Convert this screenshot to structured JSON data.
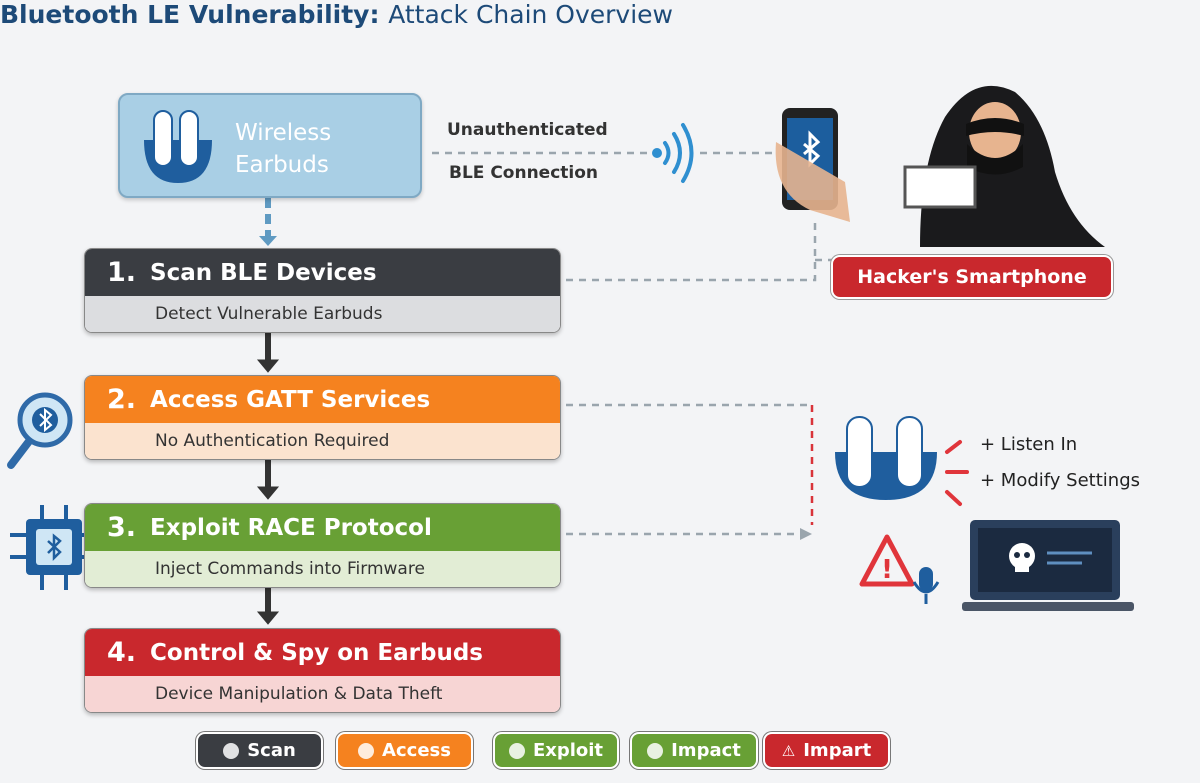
{
  "title": {
    "bold": "Bluetooth LE Vulnerability:",
    "normal": "Attack Chain Overview"
  },
  "device": {
    "line1": "Wireless",
    "line2": "Earbuds"
  },
  "connection": {
    "line1": "Unauthenticated",
    "line2": "BLE Connection"
  },
  "hacker_badge": "Hacker's Smartphone",
  "steps": [
    {
      "num": "1.",
      "title": "Scan BLE Devices",
      "sub": "Detect Vulnerable Earbuds",
      "color": "#3a3d42",
      "sub_bg": "#dcdde0"
    },
    {
      "num": "2.",
      "title": "Access GATT Services",
      "sub": "No Authentication Required",
      "color": "#f5821f",
      "sub_bg": "#fbe3cf"
    },
    {
      "num": "3.",
      "title": "Exploit RACE Protocol",
      "sub": "Inject Commands into Firmware",
      "color": "#68a035",
      "sub_bg": "#e2edd5"
    },
    {
      "num": "4.",
      "title": "Control & Spy on Earbuds",
      "sub": "Device Manipulation & Data Theft",
      "color": "#c9282d",
      "sub_bg": "#f7d5d4"
    }
  ],
  "impact": {
    "a": "+ Listen In",
    "b": "+ Modify Settings"
  },
  "legend": [
    {
      "label": "Scan",
      "color": "#3a3d42"
    },
    {
      "label": "Access",
      "color": "#f5821f"
    },
    {
      "label": "Exploit",
      "color": "#68a035"
    },
    {
      "label": "Impact",
      "color": "#68a035"
    },
    {
      "label": "Impart",
      "color": "#c9282d"
    }
  ]
}
